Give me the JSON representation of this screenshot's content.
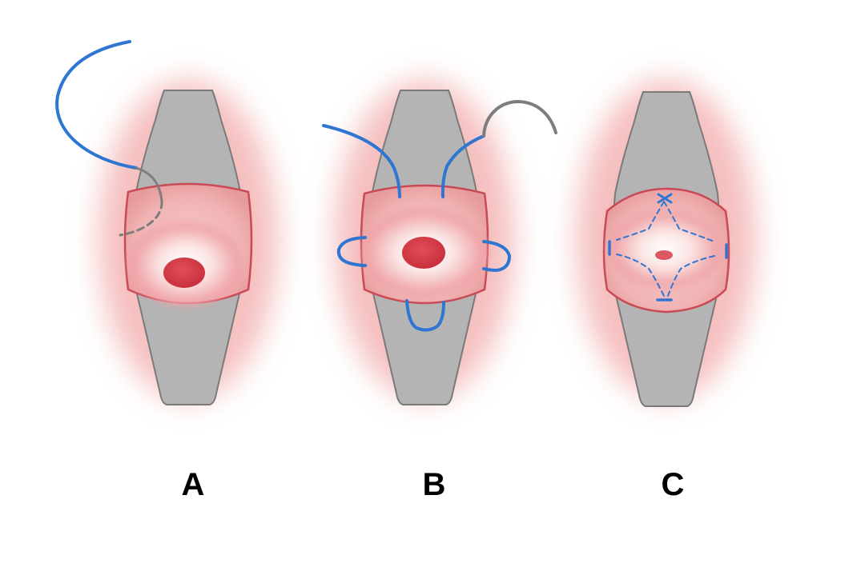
{
  "panels": [
    {
      "label": "A",
      "step": "first-suture-pass"
    },
    {
      "label": "B",
      "step": "purse-string-four-quadrant"
    },
    {
      "label": "C",
      "step": "tied-closed"
    }
  ],
  "colors": {
    "background": "#ffffff",
    "instrument_gray": "#b4b4b4",
    "instrument_edge": "#7a7a7a",
    "tissue_glow": "#f2a9a9",
    "mucosa_pink": "#f0b9b9",
    "mucosa_rim": "#c94a55",
    "lesion_red": "#d63c48",
    "suture_blue": "#2f76d2",
    "needle_gray": "#7d7d7d",
    "label_text": "#000000"
  }
}
